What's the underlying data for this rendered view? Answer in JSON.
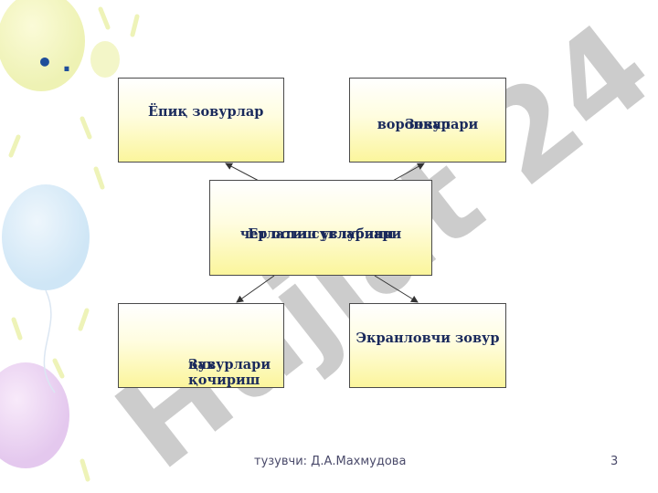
{
  "slide": {
    "bullet_marker": "• ."
  },
  "diagram": {
    "top_left": "Ёпиқ зовурлар",
    "top_right_line1": "Зовур",
    "top_right_line2": "воронкалари",
    "center_line1": "Ер ости сувларини",
    "center_line2": "четлатиш услублари",
    "bottom_left_line1": "Зах қочириш",
    "bottom_left_line2": "қувурлари",
    "bottom_right": "Экранловчи зовур"
  },
  "footer": {
    "author": "тузувчи: Д.А.Махмудова",
    "page_number": "3"
  },
  "watermark": {
    "text": "Hujjat 24"
  },
  "colors": {
    "box_fill_top": "#ffffff",
    "box_fill_bottom": "#fbf59c",
    "text": "#1a2a5c",
    "watermark_gray": "#9a9a9a",
    "watermark_pink": "#e8b8e0"
  }
}
